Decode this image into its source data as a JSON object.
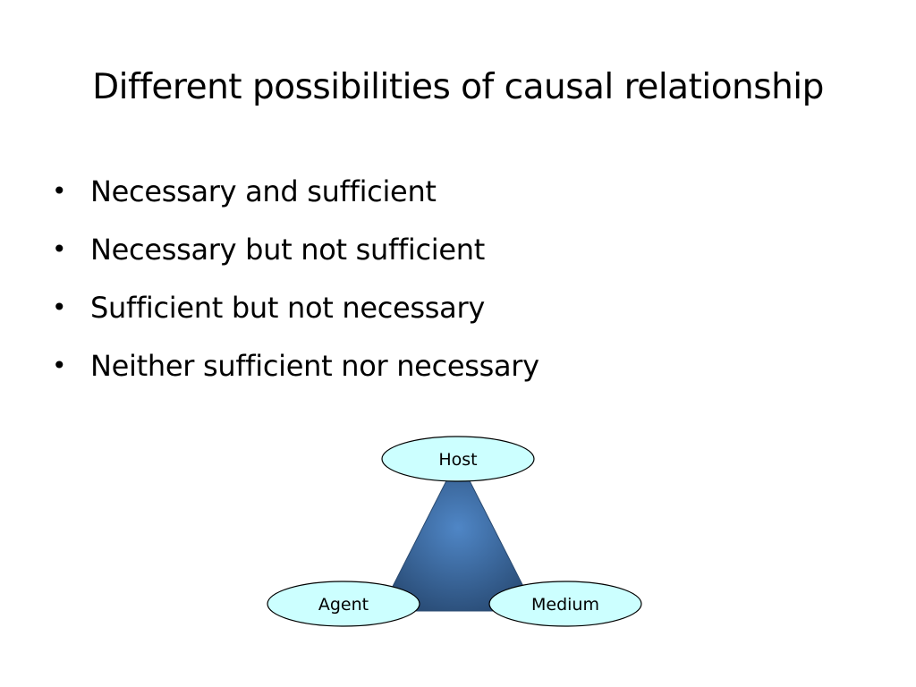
{
  "slide": {
    "title": "Different possibilities of causal relationship",
    "bullets": [
      {
        "text": "Necessary and sufficient"
      },
      {
        "text": "Necessary but not sufficient"
      },
      {
        "text": "Sufficient but not necessary"
      },
      {
        "text": "Neither sufficient nor necessary"
      }
    ],
    "bullet_glyph": "•"
  },
  "diagram": {
    "nodes": {
      "top": "Host",
      "left": "Agent",
      "right": "Medium"
    },
    "colors": {
      "triangle_light": "#4f86c6",
      "triangle_dark": "#1f3c60",
      "node_fill": "#ccffff",
      "node_stroke": "#000000"
    }
  }
}
